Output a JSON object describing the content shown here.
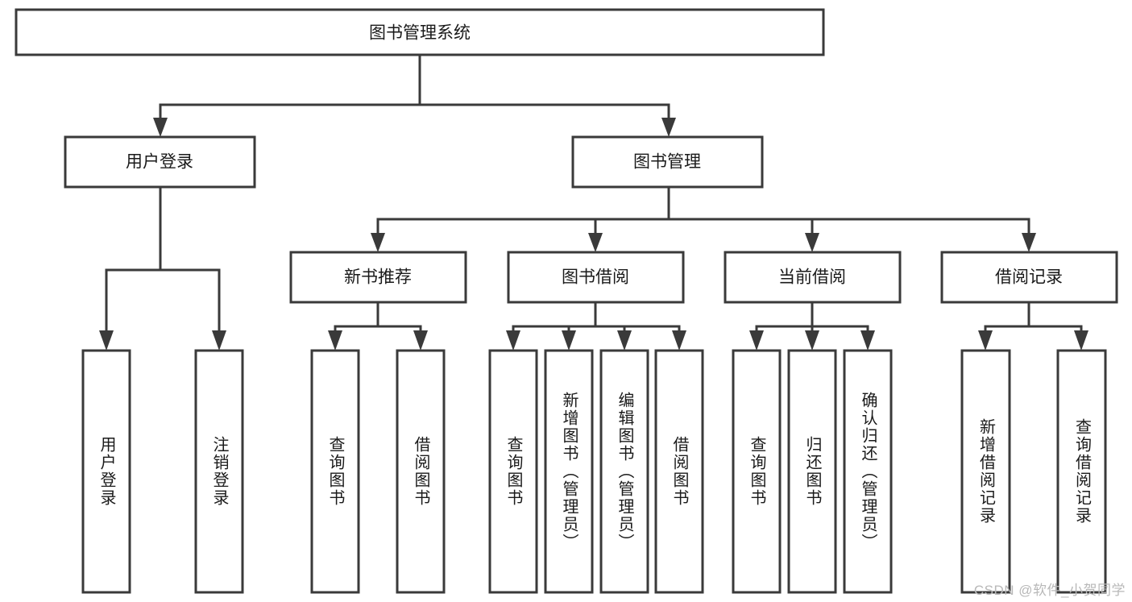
{
  "diagram": {
    "type": "tree-hierarchy-chart",
    "title": "图书管理系统",
    "root": {
      "id": "root",
      "label": "图书管理系统"
    },
    "level2": [
      {
        "id": "user-login",
        "label": "用户登录"
      },
      {
        "id": "book-manage",
        "label": "图书管理"
      }
    ],
    "level3": [
      {
        "id": "new-book-recommend",
        "label": "新书推荐",
        "parent": "book-manage"
      },
      {
        "id": "book-borrow",
        "label": "图书借阅",
        "parent": "book-manage"
      },
      {
        "id": "current-borrow",
        "label": "当前借阅",
        "parent": "book-manage"
      },
      {
        "id": "borrow-record",
        "label": "借阅记录",
        "parent": "book-manage"
      }
    ],
    "leaves": [
      {
        "id": "leaf-user-login",
        "label": "用户登录",
        "parent": "user-login"
      },
      {
        "id": "leaf-user-logout",
        "label": "注销登录",
        "parent": "user-login"
      },
      {
        "id": "leaf-query-book-1",
        "label": "查询图书",
        "parent": "new-book-recommend"
      },
      {
        "id": "leaf-borrow-book-1",
        "label": "借阅图书",
        "parent": "new-book-recommend"
      },
      {
        "id": "leaf-query-book-2",
        "label": "查询图书",
        "parent": "book-borrow"
      },
      {
        "id": "leaf-add-book",
        "label": "新增图书（管理员）",
        "parent": "book-borrow"
      },
      {
        "id": "leaf-edit-book",
        "label": "编辑图书（管理员）",
        "parent": "book-borrow"
      },
      {
        "id": "leaf-borrow-book-2",
        "label": "借阅图书",
        "parent": "book-borrow"
      },
      {
        "id": "leaf-query-book-3",
        "label": "查询图书",
        "parent": "current-borrow"
      },
      {
        "id": "leaf-return-book",
        "label": "归还图书",
        "parent": "current-borrow"
      },
      {
        "id": "leaf-confirm-return",
        "label": "确认归还（管理员）",
        "parent": "current-borrow"
      },
      {
        "id": "leaf-add-record",
        "label": "新增借阅记录",
        "parent": "borrow-record"
      },
      {
        "id": "leaf-query-record",
        "label": "查询借阅记录",
        "parent": "borrow-record"
      }
    ],
    "colors": {
      "stroke": "#3a3a3a",
      "fill": "#ffffff",
      "text": "#1a1a1a",
      "watermark": "#b8b8b8"
    }
  },
  "watermark": {
    "text": "CSDN @软件_小贺同学"
  }
}
